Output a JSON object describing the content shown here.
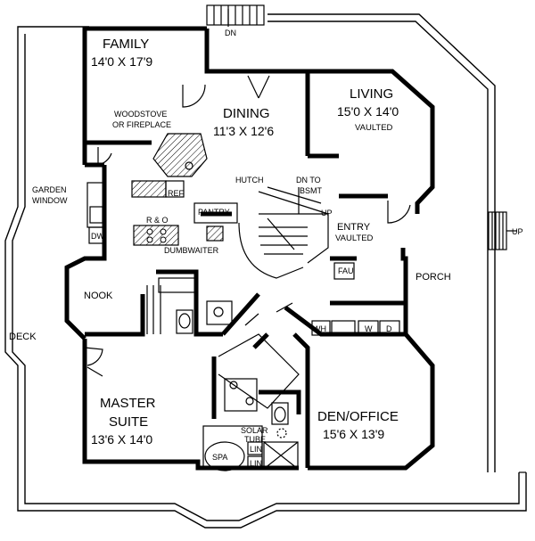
{
  "rooms": {
    "family": {
      "name": "FAMILY",
      "dims": "14'0 X 17'9"
    },
    "dining": {
      "name": "DINING",
      "dims": "11'3 X 12'6"
    },
    "living": {
      "name": "LIVING",
      "dims": "15'0 X 14'0",
      "note": "VAULTED"
    },
    "master": {
      "name1": "MASTER",
      "name2": "SUITE",
      "dims": "13'6 X 14'0"
    },
    "den": {
      "name": "DEN/OFFICE",
      "dims": "15'6 X 13'9"
    },
    "entry": {
      "name": "ENTRY",
      "note": "VAULTED"
    },
    "porch": {
      "name": "PORCH"
    },
    "nook": {
      "name": "NOOK"
    },
    "deck": {
      "name": "DECK"
    }
  },
  "labels": {
    "woodstove1": "WOODSTOVE",
    "woodstove2": "OR FIREPLACE",
    "hutch": "HUTCH",
    "dn_bsmt1": "DN TO",
    "dn_bsmt2": "BSMT",
    "up": "UP",
    "up_right": "UP",
    "dn_top": "DN",
    "pantry": "PANTRY",
    "ro": "R & O",
    "dumbwaiter": "DUMBWAITER",
    "garden1": "GARDEN",
    "garden2": "WINDOW",
    "dw": "DW",
    "ref": "REF",
    "fau": "FAU",
    "wh": "WH",
    "w": "W",
    "d": "D",
    "spa": "SPA",
    "lin1": "LIN",
    "lin2": "LIN",
    "solar1": "SOLAR",
    "solar2": "TUBE"
  }
}
